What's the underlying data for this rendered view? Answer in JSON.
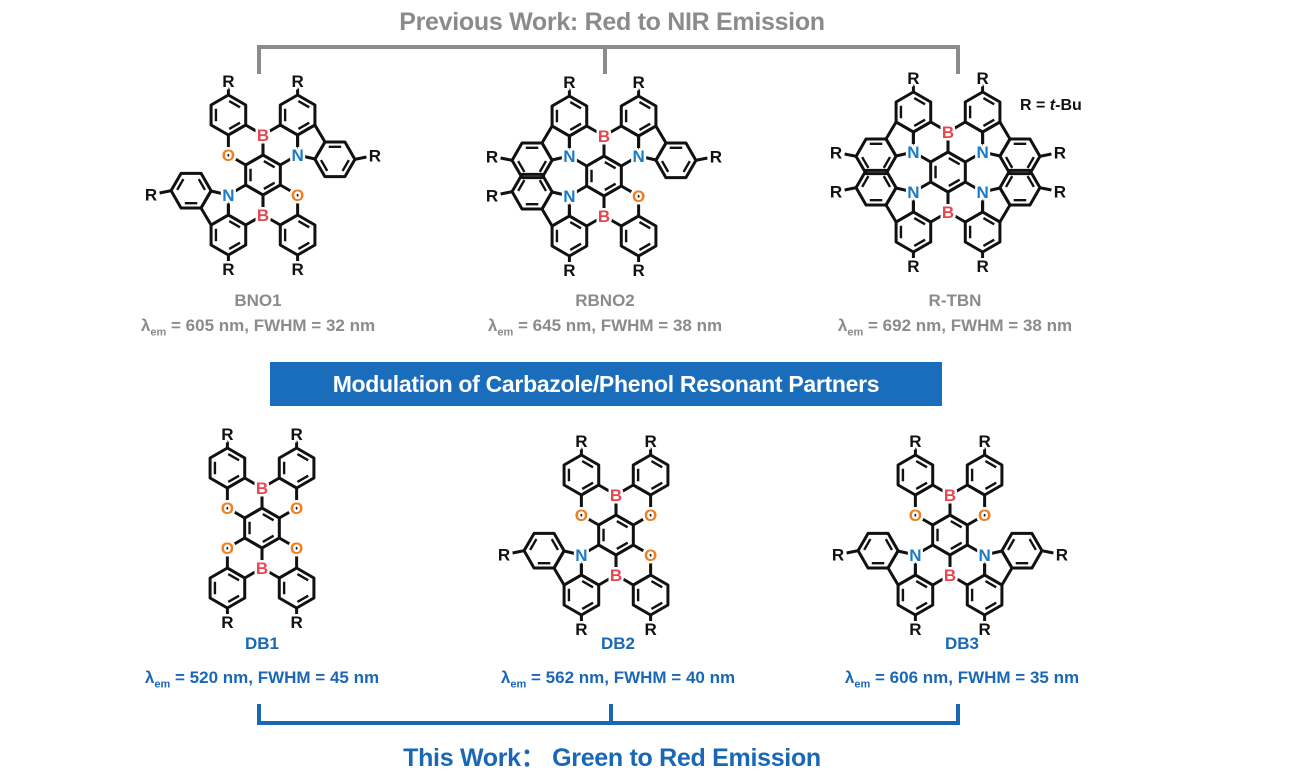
{
  "top_title": "Previous Work: Red to NIR Emission",
  "banner": "Modulation of Carbazole/Phenol Resonant Partners",
  "bottom_title": "This Work：  Green to Red Emission",
  "r_note": {
    "prefix": "R = ",
    "italic": "t",
    "suffix": "-Bu"
  },
  "atom_labels": {
    "boron": "B",
    "nitrogen": "N",
    "oxygen": "O",
    "substituent": "R"
  },
  "colors": {
    "gray": "#8b8b8b",
    "blue": "#1a68b5",
    "boron": "#e8474f",
    "nitrogen": "#1a7bc6",
    "oxygen": "#f07f1f"
  },
  "previous": [
    {
      "name": "BNO1",
      "lambda": "λ",
      "sub": "em",
      "text": " = 605 nm, FWHM = 32 nm",
      "arms": [
        "carbazole",
        "phenol",
        "phenol",
        "carbazole"
      ]
    },
    {
      "name": "RBNO2",
      "lambda": "λ",
      "sub": "em",
      "text": " = 645 nm, FWHM = 38 nm",
      "arms": [
        "carbazole",
        "phenol",
        "carbazole",
        "carbazole"
      ]
    },
    {
      "name": "R-TBN",
      "lambda": "λ",
      "sub": "em",
      "text": " = 692 nm, FWHM = 38 nm",
      "arms": [
        "carbazole",
        "carbazole",
        "carbazole",
        "carbazole"
      ]
    }
  ],
  "this_work": [
    {
      "name": "DB1",
      "lambda": "λ",
      "sub": "em",
      "text": " = 520 nm, FWHM = 45 nm",
      "arms": [
        "phenol",
        "phenol",
        "phenol",
        "phenol"
      ]
    },
    {
      "name": "DB2",
      "lambda": "λ",
      "sub": "em",
      "text": " = 562 nm, FWHM = 40 nm",
      "arms": [
        "carbazole",
        "phenol",
        "phenol",
        "phenol"
      ]
    },
    {
      "name": "DB3",
      "lambda": "λ",
      "sub": "em",
      "text": " = 606 nm, FWHM = 35 nm",
      "arms": [
        "carbazole",
        "carbazole",
        "phenol",
        "phenol"
      ]
    }
  ]
}
